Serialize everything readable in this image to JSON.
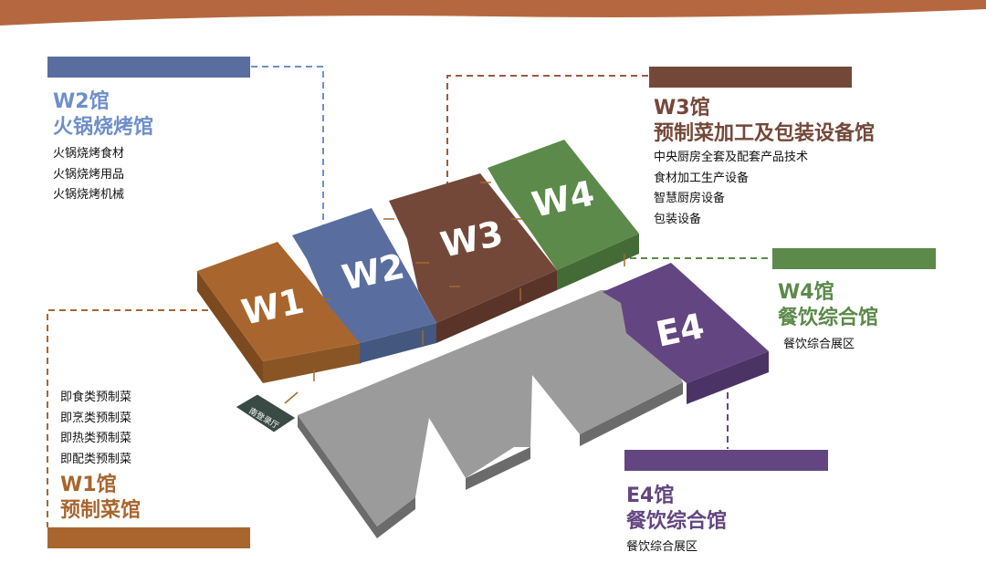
{
  "colors": {
    "top_band": "#b5683f",
    "w1": "#a8662e",
    "w2": "#596e9e",
    "w3": "#744839",
    "w4": "#5b8a4a",
    "e4": "#634681",
    "grey_hall": "#9b9b9b",
    "lobby": "#3a4a44",
    "arrow": "#a06a30"
  },
  "halls": {
    "w1": {
      "block_label": "W1",
      "title_line1": "W1馆",
      "title_line2": "预制菜馆",
      "items": [
        "即食类预制菜",
        "即烹类预制菜",
        "即热类预制菜",
        "即配类预制菜"
      ]
    },
    "w2": {
      "block_label": "W2",
      "title_line1": "W2馆",
      "title_line2": "火锅烧烤馆",
      "items": [
        "火锅烧烤食材",
        "火锅烧烤用品",
        "火锅烧烤机械"
      ]
    },
    "w3": {
      "block_label": "W3",
      "title_line1": "W3馆",
      "title_line2": "预制菜加工及包装设备馆",
      "items": [
        "中央厨房全套及配套产品技术",
        "食材加工生产设备",
        "智慧厨房设备",
        "包装设备"
      ]
    },
    "w4": {
      "block_label": "W4",
      "title_line1": "W4馆",
      "title_line2": "餐饮综合馆",
      "items": [
        "餐饮综合展区"
      ]
    },
    "e4": {
      "block_label": "E4",
      "title_line1": "E4馆",
      "title_line2": "餐饮综合馆",
      "items": [
        "餐饮综合展区"
      ]
    }
  },
  "lobby": {
    "label": "南登录厅"
  }
}
